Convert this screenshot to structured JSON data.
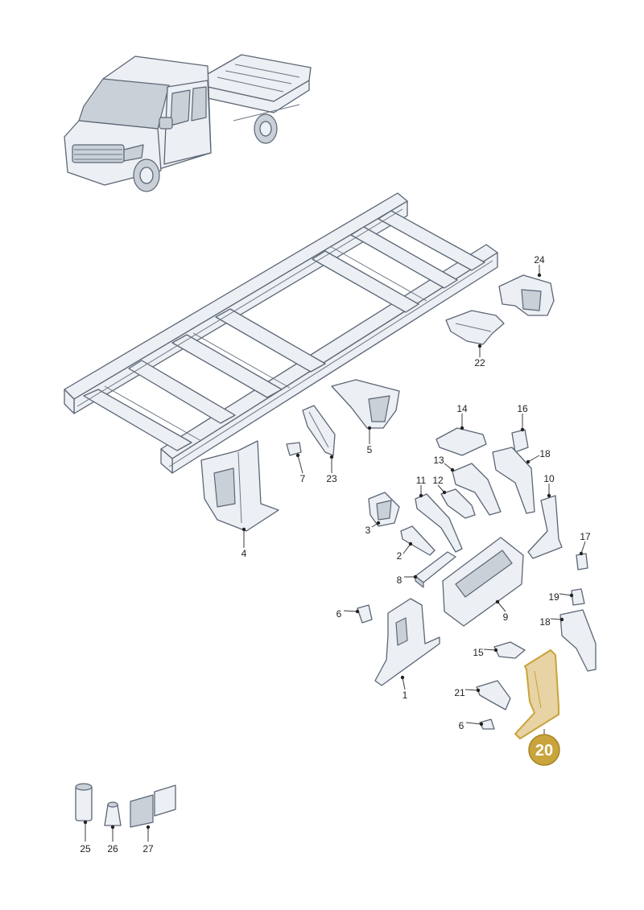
{
  "diagram": {
    "highlight_color": "#c9a33c",
    "highlighted_part": "20",
    "callouts": [
      {
        "id": "24"
      },
      {
        "id": "22"
      },
      {
        "id": "14"
      },
      {
        "id": "16"
      },
      {
        "id": "18"
      },
      {
        "id": "13"
      },
      {
        "id": "5"
      },
      {
        "id": "7"
      },
      {
        "id": "23"
      },
      {
        "id": "11"
      },
      {
        "id": "12"
      },
      {
        "id": "10"
      },
      {
        "id": "4"
      },
      {
        "id": "3"
      },
      {
        "id": "17"
      },
      {
        "id": "2"
      },
      {
        "id": "8"
      },
      {
        "id": "9"
      },
      {
        "id": "19"
      },
      {
        "id": "6"
      },
      {
        "id": "18"
      },
      {
        "id": "15"
      },
      {
        "id": "1"
      },
      {
        "id": "21"
      },
      {
        "id": "6"
      },
      {
        "id": "20"
      },
      {
        "id": "25"
      },
      {
        "id": "26"
      },
      {
        "id": "27"
      }
    ]
  }
}
